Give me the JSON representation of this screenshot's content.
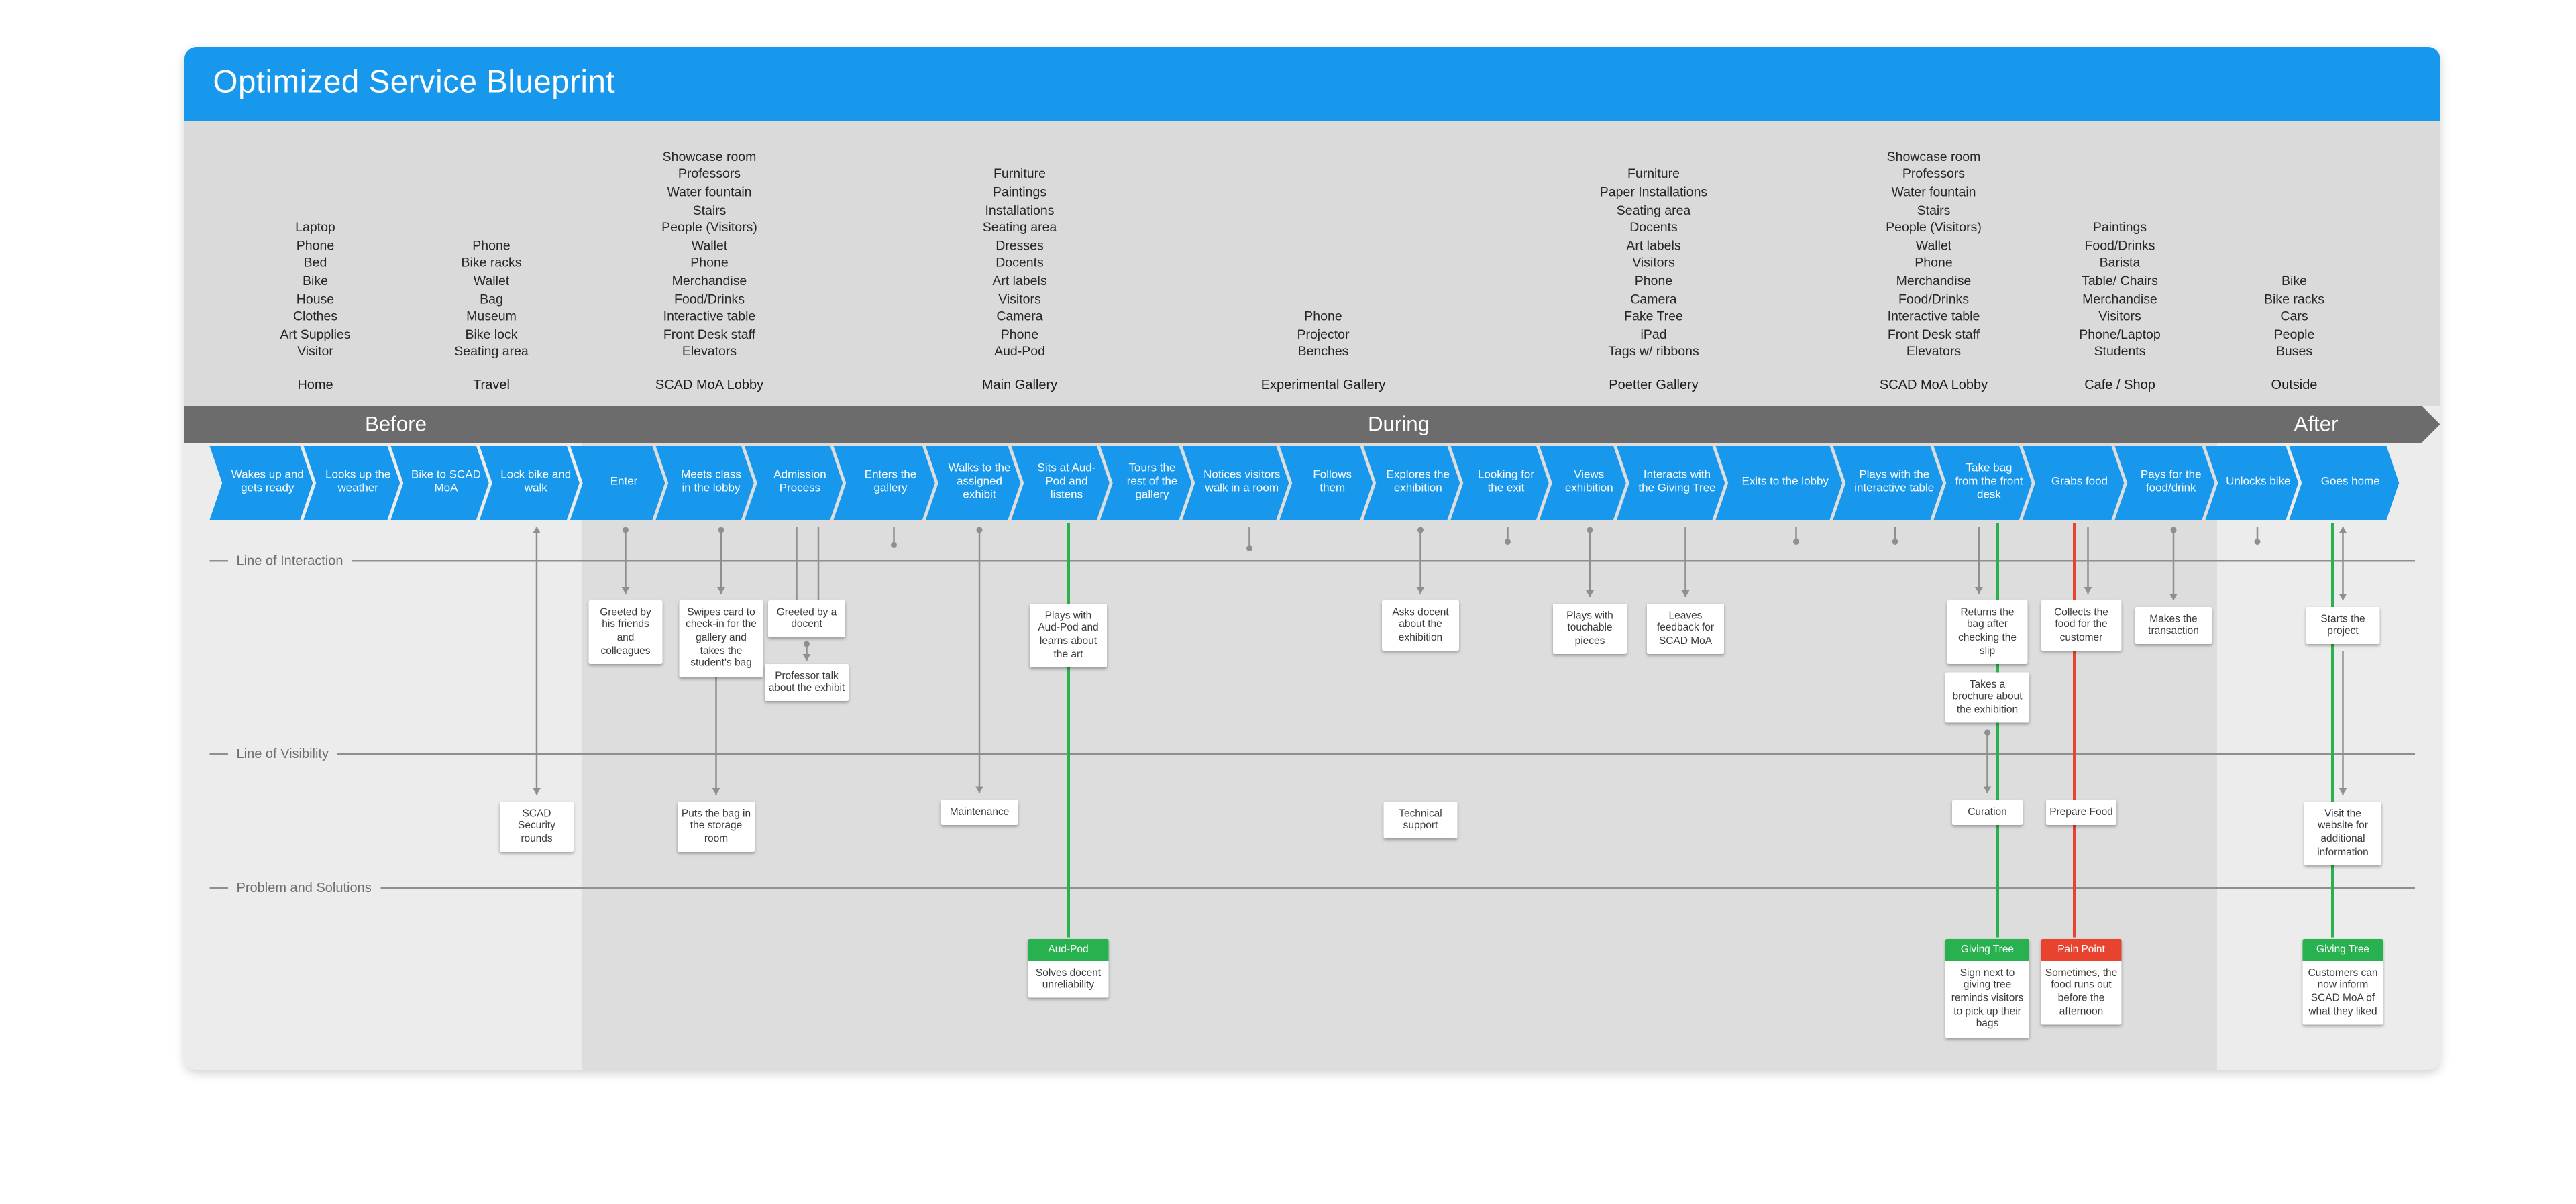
{
  "header": {
    "title": "Optimized Service Blueprint"
  },
  "phases": [
    {
      "label": "Before"
    },
    {
      "label": "During"
    },
    {
      "label": "After"
    }
  ],
  "evidence_columns": [
    {
      "location": "Home",
      "items": [
        "Laptop",
        "Phone",
        "Bed",
        "Bike",
        "House",
        "Clothes",
        "Art Supplies",
        "Visitor"
      ]
    },
    {
      "location": "Travel",
      "items": [
        "Phone",
        "Bike racks",
        "Wallet",
        "Bag",
        "Museum",
        "Bike lock",
        "Seating area"
      ]
    },
    {
      "location": "SCAD MoA Lobby",
      "items": [
        "Showcase room",
        "Professors",
        "Water fountain",
        "Stairs",
        "People (Visitors)",
        "Wallet",
        "Phone",
        "Merchandise",
        "Food/Drinks",
        "Interactive table",
        "Front Desk staff",
        "Elevators"
      ]
    },
    {
      "location": "Main Gallery",
      "items": [
        "Furniture",
        "Paintings",
        "Installations",
        "Seating area",
        "Dresses",
        "Docents",
        "Art labels",
        "Visitors",
        "Camera",
        "Phone",
        "Aud-Pod"
      ]
    },
    {
      "location": "Experimental Gallery",
      "items": [
        "Phone",
        "Projector",
        "Benches"
      ]
    },
    {
      "location": "Poetter Gallery",
      "items": [
        "Furniture",
        "Paper Installations",
        "Seating area",
        "Docents",
        "Art labels",
        "Visitors",
        "Phone",
        "Camera",
        "Fake Tree",
        "iPad",
        "Tags w/ ribbons"
      ]
    },
    {
      "location": "SCAD MoA Lobby",
      "items": [
        "Showcase room",
        "Professors",
        "Water fountain",
        "Stairs",
        "People (Visitors)",
        "Wallet",
        "Phone",
        "Merchandise",
        "Food/Drinks",
        "Interactive table",
        "Front Desk staff",
        "Elevators"
      ]
    },
    {
      "location": "Cafe / Shop",
      "items": [
        "Paintings",
        "Food/Drinks",
        "Barista",
        "Table/ Chairs",
        "Merchandise",
        "Visitors",
        "Phone/Laptop",
        "Students"
      ]
    },
    {
      "location": "Outside",
      "items": [
        "Bike",
        "Bike racks",
        "Cars",
        "People",
        "Buses"
      ]
    }
  ],
  "journey_steps": [
    "Wakes up and gets ready",
    "Looks up the weather",
    "Bike to SCAD MoA",
    "Lock bike and walk",
    "Enter",
    "Meets class in the lobby",
    "Admission Process",
    "Enters the gallery",
    "Walks to the assigned exhibit",
    "Sits at Aud-Pod and listens",
    "Tours the rest of the gallery",
    "Notices visitors walk in a room",
    "Follows them",
    "Explores the exhibition",
    "Looking for the exit",
    "Views exhibition",
    "Interacts with the Giving Tree",
    "Exits to the lobby",
    "Plays with the interactive table",
    "Take bag from the front desk",
    "Grabs food",
    "Pays for the food/drink",
    "Unlocks bike",
    "Goes home"
  ],
  "lines": {
    "interaction": "Line of Interaction",
    "visibility": "Line of Visibility",
    "problems": "Problem and Solutions"
  },
  "frontstage_cards": [
    "Greeted by his friends and colleagues",
    "Swipes card to check-in for the gallery and takes the student's bag",
    "Greeted by a docent",
    "Professor talk about the exhibit",
    "Plays with Aud-Pod and learns about the art",
    "Asks docent about the exhibition",
    "Plays with touchable pieces",
    "Leaves feedback for SCAD MoA",
    "Returns the bag after checking the slip",
    "Takes a brochure about the exhibition",
    "Collects the food for the customer",
    "Makes the transaction",
    "Starts the project"
  ],
  "backstage_cards": [
    "SCAD Security rounds",
    "Puts the bag in the storage room",
    "Maintenance",
    "Technical support",
    "Curation",
    "Prepare Food",
    "Visit the website for additional information"
  ],
  "solution_cards": [
    {
      "tag": "Aud-Pod",
      "tag_color": "green",
      "text": "Solves docent unreliability"
    },
    {
      "tag": "Giving Tree",
      "tag_color": "green",
      "text": "Sign next to giving tree reminds visitors to pick up their bags"
    },
    {
      "tag": "Pain Point",
      "tag_color": "red",
      "text": "Sometimes, the food runs out before the afternoon"
    },
    {
      "tag": "Giving Tree",
      "tag_color": "green",
      "text": "Customers can now inform SCAD MoA of what they liked"
    }
  ],
  "colors": {
    "accent_blue": "#1798EC",
    "solution_green": "#27B24F",
    "pain_red": "#E8432F",
    "phase_gray": "#6C6C6C"
  }
}
